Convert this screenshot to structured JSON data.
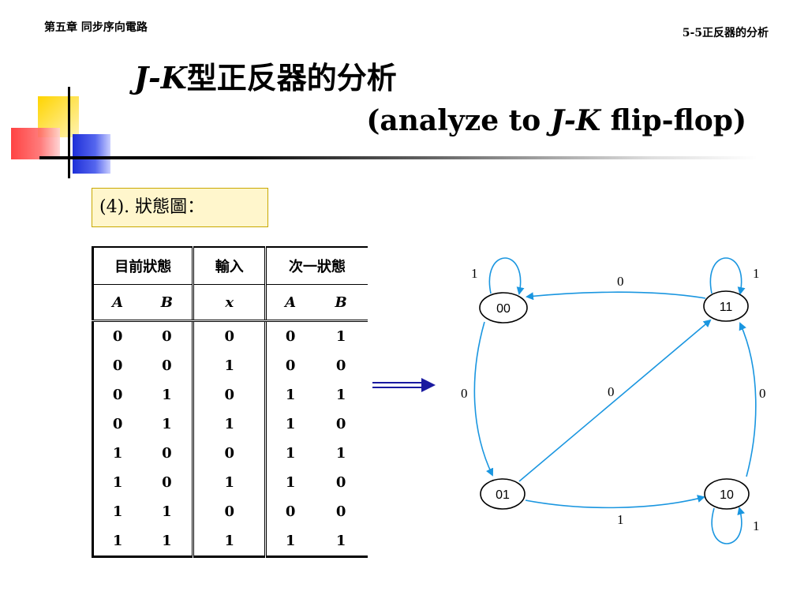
{
  "header": {
    "chapter": "第五章 同步序向電路",
    "section": "5-5正反器的分析"
  },
  "title": {
    "cn_prefix": "J-K",
    "cn_suffix": "型正反器的分析",
    "en_prefix": "(analyze to ",
    "en_jk": "J-K",
    "en_suffix": " flip-flop)"
  },
  "section_label": "(4). 狀態圖：",
  "table": {
    "group_headers": [
      "目前狀態",
      "輸入",
      "次一狀態"
    ],
    "sub_headers": [
      "A",
      "B",
      "x",
      "A",
      "B"
    ],
    "rows": [
      [
        "0",
        "0",
        "0",
        "0",
        "1"
      ],
      [
        "0",
        "0",
        "1",
        "0",
        "0"
      ],
      [
        "0",
        "1",
        "0",
        "1",
        "1"
      ],
      [
        "0",
        "1",
        "1",
        "1",
        "0"
      ],
      [
        "1",
        "0",
        "0",
        "1",
        "1"
      ],
      [
        "1",
        "0",
        "1",
        "1",
        "0"
      ],
      [
        "1",
        "1",
        "0",
        "0",
        "0"
      ],
      [
        "1",
        "1",
        "1",
        "1",
        "1"
      ]
    ]
  },
  "diagram": {
    "states": [
      "00",
      "11",
      "01",
      "10"
    ],
    "transitions": [
      {
        "from": "00",
        "to": "00",
        "label": "1"
      },
      {
        "from": "11",
        "to": "11",
        "label": "1"
      },
      {
        "from": "11",
        "to": "00",
        "label": "0"
      },
      {
        "from": "00",
        "to": "01",
        "label": "0"
      },
      {
        "from": "01",
        "to": "11",
        "label": "0"
      },
      {
        "from": "10",
        "to": "11",
        "label": "0"
      },
      {
        "from": "01",
        "to": "10",
        "label": "1"
      },
      {
        "from": "10",
        "to": "10",
        "label": "1"
      }
    ],
    "colors": {
      "edge": "#1a96e0",
      "node": "#000000"
    }
  }
}
